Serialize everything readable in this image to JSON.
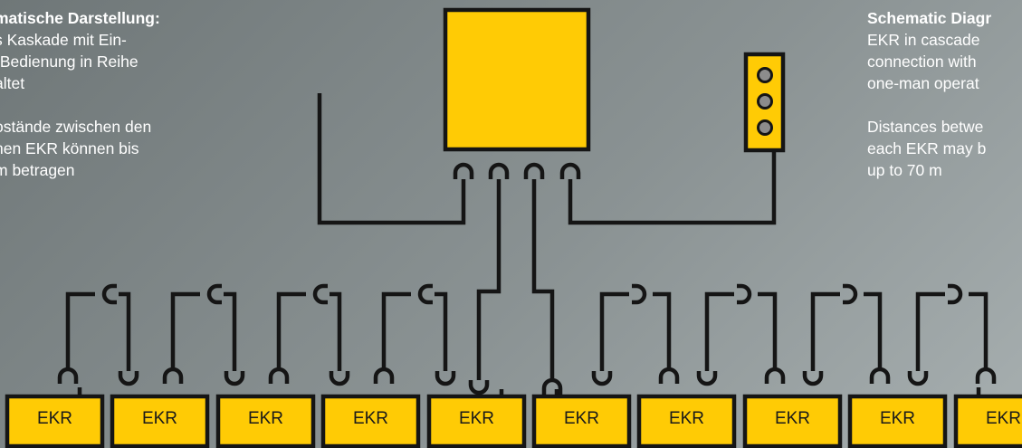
{
  "texts": {
    "de": {
      "title": "matische Darstellung:",
      "lines1": [
        "s Kaskade mit Ein-",
        "-Bedienung in Reihe",
        "altet"
      ],
      "lines2": [
        "ostände zwischen den",
        "nen EKR können bis",
        "m betragen"
      ]
    },
    "en": {
      "title": "Schematic Diagr",
      "lines1": [
        "EKR in cascade",
        "connection with",
        "one-man operat"
      ],
      "lines2": [
        "Distances betwe",
        "each EKR may b",
        "up to 70 m"
      ]
    }
  },
  "device_label": "EKR",
  "device_count": 10,
  "colors": {
    "box_fill": "#ffcb05",
    "line": "#151515",
    "lamp": "#8c8c8c"
  }
}
